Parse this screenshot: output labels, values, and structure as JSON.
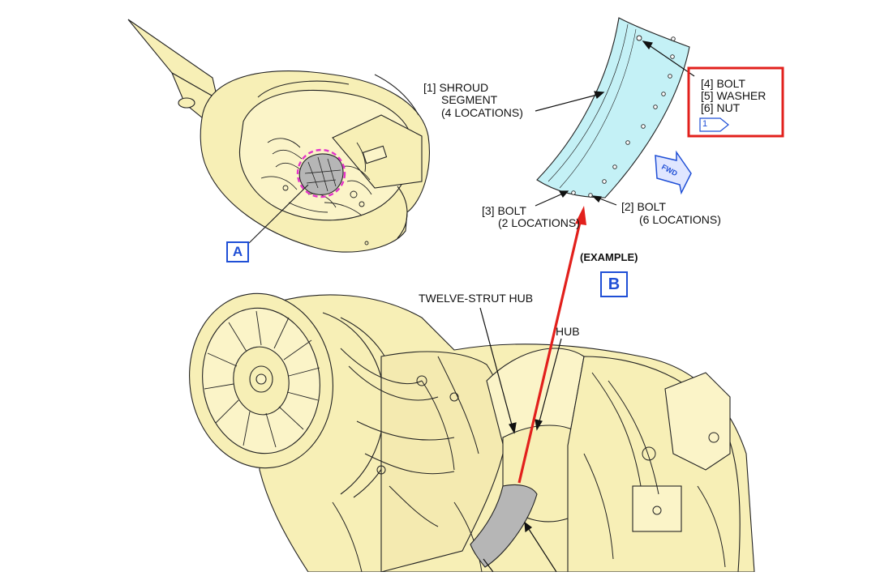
{
  "callouts": {
    "shroud_segment": [
      "[1] SHROUD",
      "SEGMENT",
      "(4 LOCATIONS)"
    ],
    "bolt2": [
      "[2] BOLT",
      "(6 LOCATIONS)"
    ],
    "bolt3": [
      "[3] BOLT",
      "(2 LOCATIONS)"
    ],
    "parts_box": [
      "[4] BOLT",
      "[5] WASHER",
      "[6] NUT"
    ],
    "note_flag": "1",
    "fwd": "FWD",
    "example": "(EXAMPLE)",
    "twelve_strut_hub": "TWELVE-STRUT HUB",
    "hub": "HUB"
  },
  "view_labels": {
    "a": "A",
    "b": "B"
  },
  "colors": {
    "engine_fill": "#f7efb6",
    "shroud_fill": "#c4f1f6",
    "highlight_box": "#e2201c",
    "arrow": "#e2201c",
    "label_blue": "#1f4fd6",
    "magenta_circle": "#e433c9",
    "gray_part": "#b6b6b6"
  }
}
